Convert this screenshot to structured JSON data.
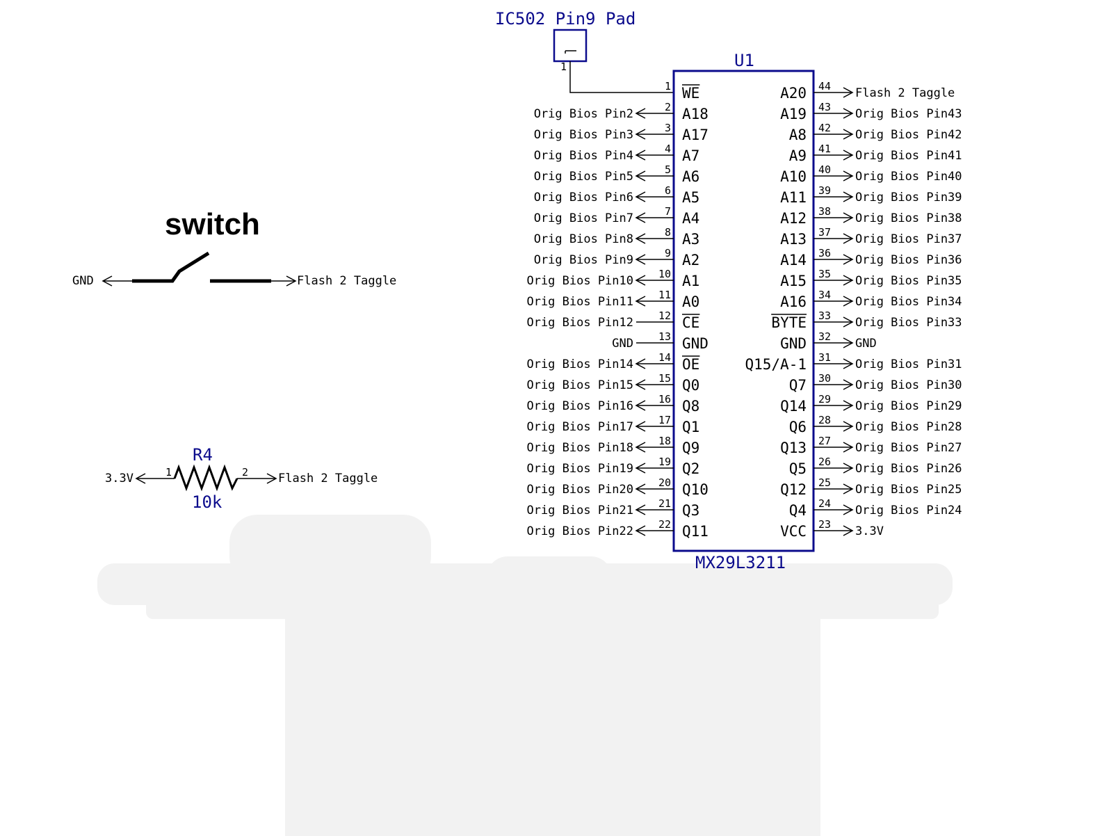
{
  "pad": {
    "title": "IC502 Pin9 Pad",
    "pin": "1"
  },
  "chip": {
    "ref": "U1",
    "part": "MX29L3211",
    "left_pins": [
      {
        "num": "1",
        "name": "WE",
        "bar": true,
        "net": "",
        "dir": "none"
      },
      {
        "num": "2",
        "name": "A18",
        "bar": false,
        "net": "Orig Bios Pin2",
        "dir": "out"
      },
      {
        "num": "3",
        "name": "A17",
        "bar": false,
        "net": "Orig Bios Pin3",
        "dir": "out"
      },
      {
        "num": "4",
        "name": "A7",
        "bar": false,
        "net": "Orig Bios Pin4",
        "dir": "out"
      },
      {
        "num": "5",
        "name": "A6",
        "bar": false,
        "net": "Orig Bios Pin5",
        "dir": "out"
      },
      {
        "num": "6",
        "name": "A5",
        "bar": false,
        "net": "Orig Bios Pin6",
        "dir": "out"
      },
      {
        "num": "7",
        "name": "A4",
        "bar": false,
        "net": "Orig Bios Pin7",
        "dir": "out"
      },
      {
        "num": "8",
        "name": "A3",
        "bar": false,
        "net": "Orig Bios Pin8",
        "dir": "out"
      },
      {
        "num": "9",
        "name": "A2",
        "bar": false,
        "net": "Orig Bios Pin9",
        "dir": "out"
      },
      {
        "num": "10",
        "name": "A1",
        "bar": false,
        "net": "Orig Bios Pin10",
        "dir": "out"
      },
      {
        "num": "11",
        "name": "A0",
        "bar": false,
        "net": "Orig Bios Pin11",
        "dir": "out"
      },
      {
        "num": "12",
        "name": "CE",
        "bar": true,
        "net": "Orig Bios Pin12",
        "dir": "none"
      },
      {
        "num": "13",
        "name": "GND",
        "bar": false,
        "net": "GND",
        "dir": "none"
      },
      {
        "num": "14",
        "name": "OE",
        "bar": true,
        "net": "Orig Bios Pin14",
        "dir": "out"
      },
      {
        "num": "15",
        "name": "Q0",
        "bar": false,
        "net": "Orig Bios Pin15",
        "dir": "out"
      },
      {
        "num": "16",
        "name": "Q8",
        "bar": false,
        "net": "Orig Bios Pin16",
        "dir": "out"
      },
      {
        "num": "17",
        "name": "Q1",
        "bar": false,
        "net": "Orig Bios Pin17",
        "dir": "out"
      },
      {
        "num": "18",
        "name": "Q9",
        "bar": false,
        "net": "Orig Bios Pin18",
        "dir": "out"
      },
      {
        "num": "19",
        "name": "Q2",
        "bar": false,
        "net": "Orig Bios Pin19",
        "dir": "out"
      },
      {
        "num": "20",
        "name": "Q10",
        "bar": false,
        "net": "Orig Bios Pin20",
        "dir": "out"
      },
      {
        "num": "21",
        "name": "Q3",
        "bar": false,
        "net": "Orig Bios Pin21",
        "dir": "out"
      },
      {
        "num": "22",
        "name": "Q11",
        "bar": false,
        "net": "Orig Bios Pin22",
        "dir": "out"
      }
    ],
    "right_pins": [
      {
        "num": "44",
        "name": "A20",
        "bar": false,
        "net": "Flash 2 Taggle"
      },
      {
        "num": "43",
        "name": "A19",
        "bar": false,
        "net": "Orig Bios Pin43"
      },
      {
        "num": "42",
        "name": "A8",
        "bar": false,
        "net": "Orig Bios Pin42"
      },
      {
        "num": "41",
        "name": "A9",
        "bar": false,
        "net": "Orig Bios Pin41"
      },
      {
        "num": "40",
        "name": "A10",
        "bar": false,
        "net": "Orig Bios Pin40"
      },
      {
        "num": "39",
        "name": "A11",
        "bar": false,
        "net": "Orig Bios Pin39"
      },
      {
        "num": "38",
        "name": "A12",
        "bar": false,
        "net": "Orig Bios Pin38"
      },
      {
        "num": "37",
        "name": "A13",
        "bar": false,
        "net": "Orig Bios Pin37"
      },
      {
        "num": "36",
        "name": "A14",
        "bar": false,
        "net": "Orig Bios Pin36"
      },
      {
        "num": "35",
        "name": "A15",
        "bar": false,
        "net": "Orig Bios Pin35"
      },
      {
        "num": "34",
        "name": "A16",
        "bar": false,
        "net": "Orig Bios Pin34"
      },
      {
        "num": "33",
        "name": "BYTE",
        "bar": true,
        "net": "Orig Bios Pin33"
      },
      {
        "num": "32",
        "name": "GND",
        "bar": false,
        "net": "GND"
      },
      {
        "num": "31",
        "name": "Q15/A-1",
        "bar": false,
        "net": "Orig Bios Pin31"
      },
      {
        "num": "30",
        "name": "Q7",
        "bar": false,
        "net": "Orig Bios Pin30"
      },
      {
        "num": "29",
        "name": "Q14",
        "bar": false,
        "net": "Orig Bios Pin29"
      },
      {
        "num": "28",
        "name": "Q6",
        "bar": false,
        "net": "Orig Bios Pin28"
      },
      {
        "num": "27",
        "name": "Q13",
        "bar": false,
        "net": "Orig Bios Pin27"
      },
      {
        "num": "26",
        "name": "Q5",
        "bar": false,
        "net": "Orig Bios Pin26"
      },
      {
        "num": "25",
        "name": "Q12",
        "bar": false,
        "net": "Orig Bios Pin25"
      },
      {
        "num": "24",
        "name": "Q4",
        "bar": false,
        "net": "Orig Bios Pin24"
      },
      {
        "num": "23",
        "name": "VCC",
        "bar": false,
        "net": "3.3V"
      }
    ]
  },
  "switch": {
    "title": "switch",
    "left_net": "GND",
    "right_net": "Flash 2 Taggle"
  },
  "resistor": {
    "ref": "R4",
    "value": "10k",
    "pin1": "1",
    "pin2": "2",
    "left_net": "3.3V",
    "right_net": "Flash 2 Taggle"
  }
}
